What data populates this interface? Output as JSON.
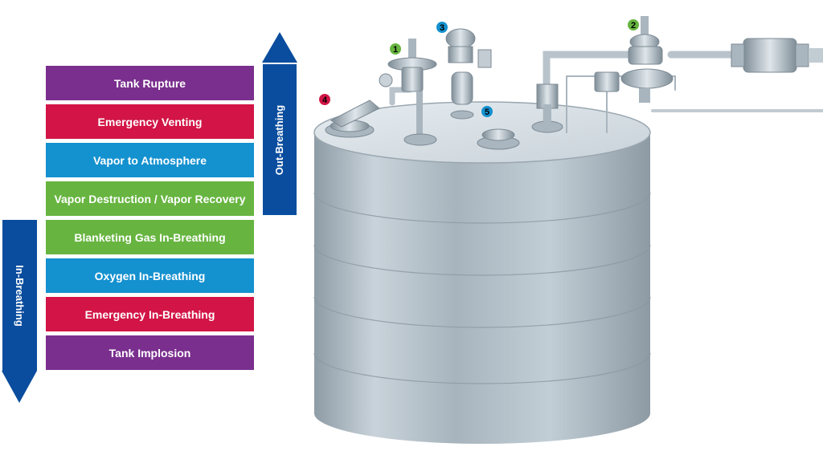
{
  "bars": [
    {
      "label": "Tank Rupture",
      "color": "#7a2f8e"
    },
    {
      "label": "Emergency Venting",
      "color": "#d21546"
    },
    {
      "label": "Vapor to Atmosphere",
      "color": "#1491cf"
    },
    {
      "label": "Vapor Destruction / Vapor Recovery",
      "color": "#67b540"
    },
    {
      "label": "Blanketing Gas In-Breathing",
      "color": "#67b540"
    },
    {
      "label": "Oxygen In-Breathing",
      "color": "#1491cf"
    },
    {
      "label": "Emergency In-Breathing",
      "color": "#d21546"
    },
    {
      "label": "Tank Implosion",
      "color": "#7a2f8e"
    }
  ],
  "out_breathing": {
    "label": "Out-Breathing",
    "color": "#0a4d9e"
  },
  "in_breathing": {
    "label": "In-Breathing",
    "color": "#0a4d9e"
  },
  "markers": [
    {
      "number": "1",
      "color": "#67b540"
    },
    {
      "number": "2",
      "color": "#67b540"
    },
    {
      "number": "3",
      "color": "#1491cf"
    },
    {
      "number": "4",
      "color": "#d21546"
    },
    {
      "number": "5",
      "color": "#1491cf"
    }
  ]
}
